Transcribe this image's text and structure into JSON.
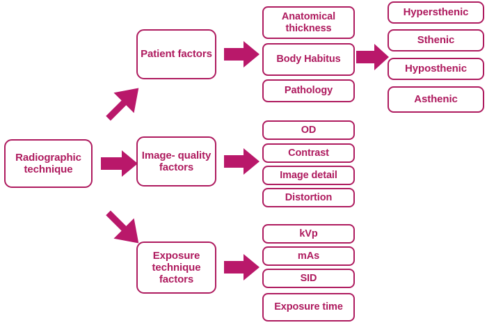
{
  "diagram": {
    "title": "Radiographic technique factors flowchart",
    "type": "flowchart",
    "colors": {
      "stroke": "#ae1a5e",
      "text": "#ae1a5e",
      "arrow_fill": "#b9186a",
      "background": "#ffffff"
    },
    "root": {
      "label": "Radiographic technique"
    },
    "branches": [
      {
        "id": "patient-factors",
        "label": "Patient factors",
        "children": [
          {
            "id": "anatomical-thickness",
            "label": "Anatomical thickness"
          },
          {
            "id": "body-habitus",
            "label": "Body Habitus"
          },
          {
            "id": "pathology",
            "label": "Pathology"
          }
        ]
      },
      {
        "id": "image-quality-factors",
        "label": "Image- quality factors",
        "children": [
          {
            "id": "od",
            "label": "OD"
          },
          {
            "id": "contrast",
            "label": "Contrast"
          },
          {
            "id": "image-detail",
            "label": "Image detail"
          },
          {
            "id": "distortion",
            "label": "Distortion"
          }
        ]
      },
      {
        "id": "exposure-technique-factors",
        "label": "Exposure technique factors",
        "children": [
          {
            "id": "kvp",
            "label": "kVp"
          },
          {
            "id": "mas",
            "label": "mAs"
          },
          {
            "id": "sid",
            "label": "SID"
          },
          {
            "id": "exposure-time",
            "label": "Exposure time"
          }
        ]
      }
    ],
    "habitus_types": [
      {
        "id": "hypersthenic",
        "label": "Hypersthenic"
      },
      {
        "id": "sthenic",
        "label": "Sthenic"
      },
      {
        "id": "hyposthenic",
        "label": "Hyposthenic"
      },
      {
        "id": "asthenic",
        "label": "Asthenic"
      }
    ],
    "arrows": [
      {
        "id": "root-to-patient-factors",
        "direction": "up-right"
      },
      {
        "id": "root-to-image-quality-factors",
        "direction": "right"
      },
      {
        "id": "root-to-exposure-technique-factors",
        "direction": "down-right"
      },
      {
        "id": "patient-factors-to-children",
        "direction": "right"
      },
      {
        "id": "image-quality-factors-to-children",
        "direction": "right"
      },
      {
        "id": "exposure-technique-factors-to-children",
        "direction": "right"
      },
      {
        "id": "body-habitus-to-types",
        "direction": "right"
      }
    ]
  }
}
